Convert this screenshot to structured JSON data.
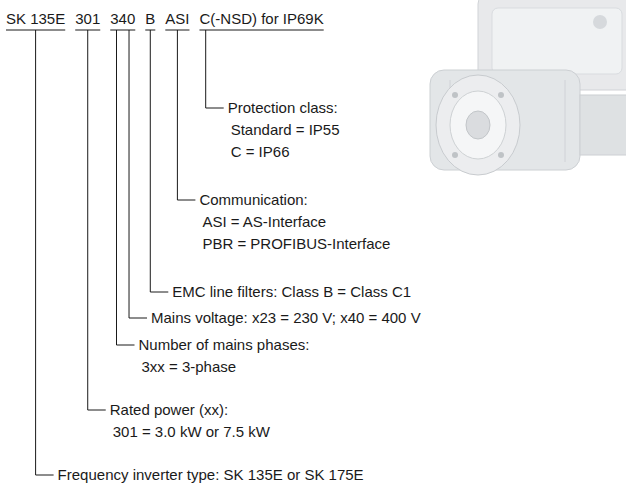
{
  "diagram": {
    "labels": [
      "SK 135E",
      "301",
      "340",
      "B",
      "ASI",
      "C(-NSD) for IP69K",
      "Protection class:",
      "Standard = IP55",
      "C = IP66",
      "Communication:",
      "ASI = AS-Interface",
      "PBR = PROFIBUS-Interface",
      "EMC line filters: Class B = Class C1",
      "Mains voltage: x23 = 230 V; x40 = 400 V",
      "Number of mains phases:",
      "3xx = 3-phase",
      "Rated power (xx):",
      "301 = 3.0 kW or 7.5 kW",
      "Frequency inverter type: SK 135E or SK 175E"
    ]
  }
}
